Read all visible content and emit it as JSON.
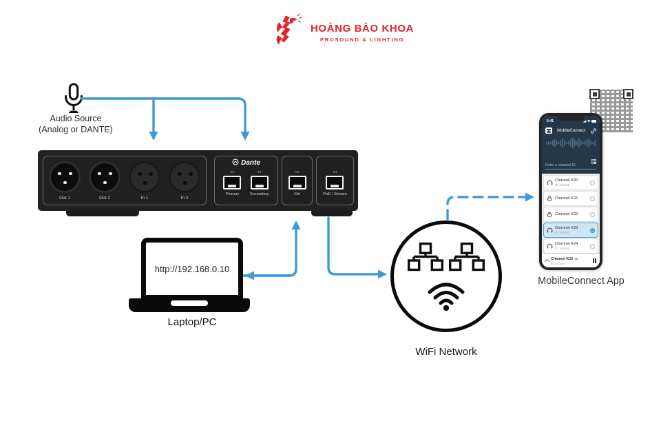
{
  "brand": {
    "company": "HOÀNG BẢO KHOA",
    "tagline": "PROSOUND & LIGHTING",
    "color": "#e52329"
  },
  "audio_source": {
    "line1": "Audio Source",
    "line2": "(Analog or DANTE)"
  },
  "device": {
    "xlr_connectors": [
      {
        "label": "Out 1",
        "type": "male"
      },
      {
        "label": "Out 2",
        "type": "male"
      },
      {
        "label": "In 1",
        "type": "female"
      },
      {
        "label": "In 2",
        "type": "female"
      }
    ],
    "dante_label": "Dante",
    "ethernet_ports": [
      {
        "label": "Primary",
        "group": "dante"
      },
      {
        "label": "Secondary",
        "group": "dante"
      },
      {
        "label": "Ctrl",
        "group": "control"
      },
      {
        "label": "PoE / Stream",
        "group": "poe"
      }
    ]
  },
  "laptop": {
    "screen_text": "http://192.168.0.10",
    "label": "Laptop/PC"
  },
  "wifi": {
    "label": "WiFi Network"
  },
  "phone": {
    "status_time": "9:41",
    "app_title": "MobileConnect",
    "channel_input_placeholder": "Enter a channel ID",
    "channels": [
      {
        "name": "Channel K20",
        "id": "ID: 342344",
        "icon": "headphones",
        "selected": false
      },
      {
        "name": "Channel K21",
        "id": "",
        "icon": "lock",
        "selected": false
      },
      {
        "name": "Channel K22",
        "id": "",
        "icon": "lock",
        "selected": false
      },
      {
        "name": "Channel K23",
        "id": "ID: 342344",
        "icon": "headphones",
        "selected": true
      },
      {
        "name": "Channel K24",
        "id": "ID: 342344",
        "icon": "headphones",
        "selected": false
      }
    ],
    "now_playing": {
      "name": "Channel K23",
      "id": "ID: 342344"
    },
    "caption": "MobileConnect App"
  },
  "icons": {
    "bidirectional": "↔"
  },
  "colors": {
    "arrow_blue": "#4199d6",
    "brand_red": "#e52329",
    "device_black": "#202020",
    "phone_header": "#24384a",
    "selected_channel": "#cfe6f6"
  }
}
